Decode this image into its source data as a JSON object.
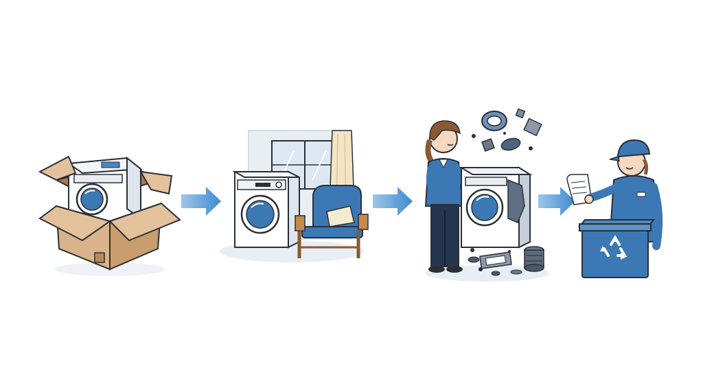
{
  "steps": [
    {
      "id": "new-washer-in-box",
      "icon": "washing-machine-in-cardboard-box"
    },
    {
      "id": "washer-in-use-at-home",
      "icon": "washing-machine-beside-armchair"
    },
    {
      "id": "person-disassembling-washer",
      "icon": "woman-taking-apart-washing-machine"
    },
    {
      "id": "worker-recycling-parts",
      "icon": "worker-with-recycling-bin"
    }
  ],
  "arrows": [
    {
      "from": "new-washer-in-box",
      "to": "washer-in-use-at-home"
    },
    {
      "from": "washer-in-use-at-home",
      "to": "person-disassembling-washer"
    },
    {
      "from": "person-disassembling-washer",
      "to": "worker-recycling-parts"
    }
  ],
  "colors": {
    "accent_blue": "#3c78b4",
    "light_blue": "#bcd3e8",
    "cardboard": "#d9b48a",
    "outline": "#2a2f36",
    "arrow": "#6aa6d8"
  }
}
